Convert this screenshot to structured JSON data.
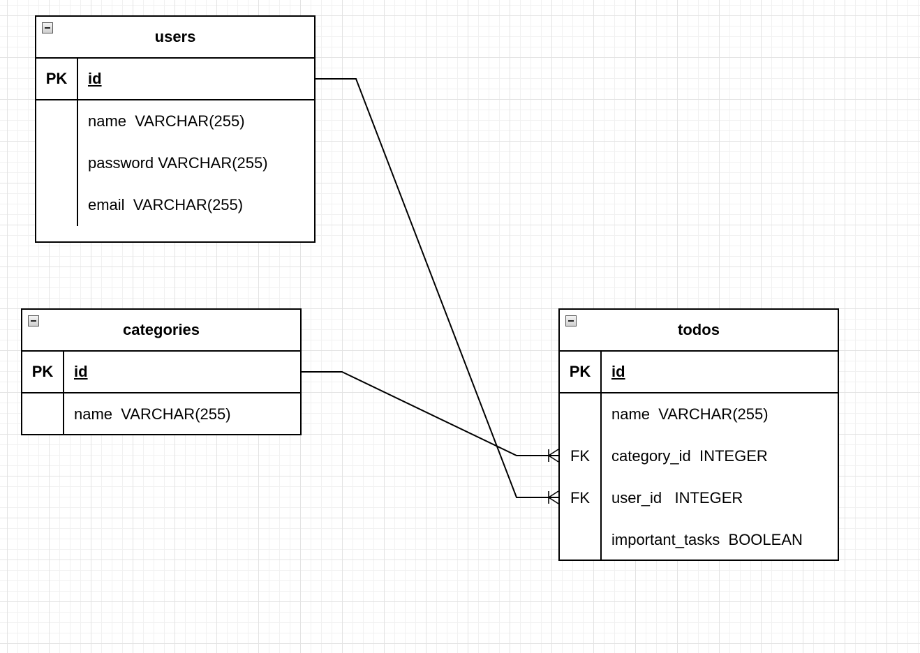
{
  "entities": {
    "users": {
      "title": "users",
      "pk": {
        "key": "PK",
        "field": "id"
      },
      "fields": [
        {
          "key": "",
          "text": "name  VARCHAR(255)"
        },
        {
          "key": "",
          "text": "password VARCHAR(255)"
        },
        {
          "key": "",
          "text": "email  VARCHAR(255)"
        }
      ]
    },
    "categories": {
      "title": "categories",
      "pk": {
        "key": "PK",
        "field": "id"
      },
      "fields": [
        {
          "key": "",
          "text": "name  VARCHAR(255)"
        }
      ]
    },
    "todos": {
      "title": "todos",
      "pk": {
        "key": "PK",
        "field": "id"
      },
      "fields": [
        {
          "key": "",
          "text": "name  VARCHAR(255)"
        },
        {
          "key": "FK",
          "text": "category_id  INTEGER"
        },
        {
          "key": "FK",
          "text": "user_id   INTEGER"
        },
        {
          "key": "",
          "text": "important_tasks  BOOLEAN"
        }
      ]
    }
  },
  "relationships": [
    {
      "from": "users.id",
      "to": "todos.user_id",
      "cardinality": "one-to-many"
    },
    {
      "from": "categories.id",
      "to": "todos.category_id",
      "cardinality": "one-to-many"
    }
  ]
}
